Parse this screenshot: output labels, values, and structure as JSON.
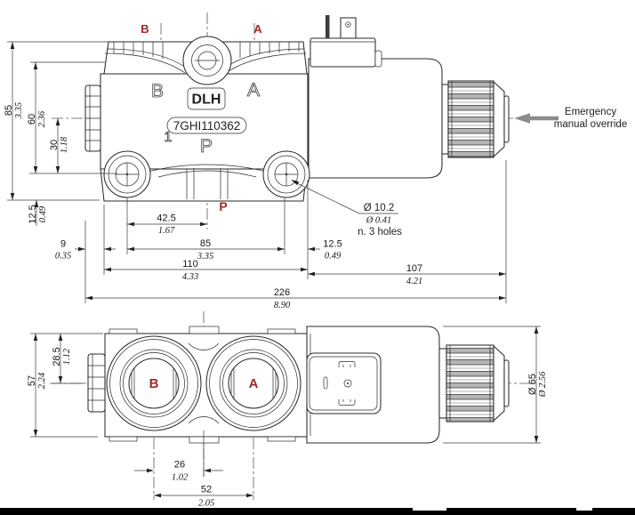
{
  "colors": {
    "port_red": "#9e2a2b",
    "line": "#2b2b2b",
    "dim_text": "#161616",
    "override_arrow_gray": "#8c8c8c",
    "knurl_gray": "#b4b4b4",
    "footer_bar": "#000000"
  },
  "icons": {
    "override_arrow": "left-pointing-gray-arrow"
  },
  "top_view": {
    "port_labels": {
      "b": "B",
      "a": "A",
      "p": "P"
    },
    "engravings": {
      "b": "B",
      "a": "A",
      "p": "P",
      "spool": "1"
    },
    "badges": {
      "model": "DLH",
      "serial": "7GHI110362"
    },
    "dims": {
      "h85": {
        "mm": "85",
        "in": "3.35"
      },
      "h60": {
        "mm": "60",
        "in": "2.36"
      },
      "h30": {
        "mm": "30",
        "in": "1.18"
      },
      "h125": {
        "mm": "12.5",
        "in": "0.49"
      },
      "w425": {
        "mm": "42.5",
        "in": "1.67"
      },
      "w9": {
        "mm": "9",
        "in": "0.35"
      },
      "w85": {
        "mm": "85",
        "in": "3.35"
      },
      "w125": {
        "mm": "12.5",
        "in": "0.49"
      },
      "w110": {
        "mm": "110",
        "in": "4.33"
      },
      "w107": {
        "mm": "107",
        "in": "4.21"
      },
      "w226": {
        "mm": "226",
        "in": "8.90"
      }
    }
  },
  "annotations": {
    "holes": {
      "d_mm": "Ø 10.2",
      "d_in": "Ø 0.41",
      "note": "n. 3 holes"
    },
    "override": {
      "line1": "Emergency",
      "line2": "manual override"
    }
  },
  "front_view": {
    "port_labels": {
      "b": "B",
      "a": "A"
    },
    "dims": {
      "h57": {
        "mm": "57",
        "in": "2.24"
      },
      "h285": {
        "mm": "28.5",
        "in": "1.12"
      },
      "w26": {
        "mm": "26",
        "in": "1.02"
      },
      "w52": {
        "mm": "52",
        "in": "2.05"
      },
      "d65": {
        "mm": "Ø 65",
        "in": "Ø 2.56"
      }
    }
  }
}
